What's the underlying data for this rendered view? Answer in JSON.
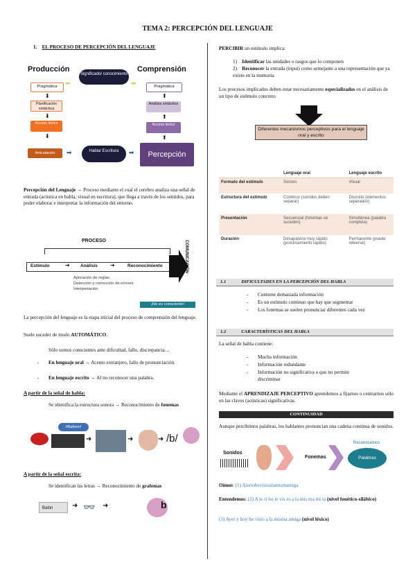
{
  "title": "TEMA 2: PERCEPCIÓN DEL LENGUAJE",
  "left": {
    "sec1_num": "1.",
    "sec1_title": "EL PROCESO DE PERCEPCIÓN DEL LENGUAJE",
    "diagram1": {
      "produccion": "Producción",
      "comprension": "Comprensión",
      "significado": "Significado/ conocimiento",
      "pragmatica_l": "Pragmática",
      "planificacion": "Planificación sintáctica",
      "acceso_lexico_l": "Acceso léxico",
      "articulacion": "Articulación",
      "habla": "Habla/ Escritura",
      "percepcion": "Percepción",
      "acceso_lexico_r": "Acceso léxico",
      "analisis_sint": "Análisis sintáctico",
      "pragmatica_r": "Pragmática"
    },
    "def_term": "Percepción del Lenguaje",
    "def_arrow": "→",
    "def_text": " Proceso mediante el cual el cerebro analiza una señal de entrada (acústica en habla, visual en escritura), que llega a través de los sentidos, para poder elaborar e interpretar la información del entorno.",
    "diagram2": {
      "proceso": "PROCESO",
      "estimulo": "Estímulo",
      "analisis": "Análisis",
      "reconocimiento": "Reconocimiento",
      "comunicacion": "COMUNICACIÓN",
      "sub1": "Aplicación de reglas",
      "sub2": "Detección y corrección de errores",
      "sub3": "Interpretación",
      "tag": "¡No es consciente!"
    },
    "p1": "La percepción del lenguaje es la etapa inicial del proceso de comprensión del lenguaje.",
    "p2_pre": "Suele suceder de modo ",
    "p2_bold": "AUTOMÁTICO",
    "p2_post": ".",
    "p3": "Sólo somos conscientes ante dificultad, fallo, discrepancia…",
    "b1_bold": "En lenguaje oral",
    "b1_text": " → Acento extranjero, fallo de pronunciación.",
    "b2_bold": "En lenguaje escrito",
    "b2_text": " → Al no reconocer una palabra.",
    "h_habla": "A partir de la señal de habla:",
    "habla_text": "Se identifica la estructura sonora → Reconocimiento de ",
    "habla_bold": "fonemas",
    "habla_bubble": "#Balloon!",
    "habla_phon": "/b/",
    "h_escrita": "A partir de la señal escrita:",
    "escrita_text": "Se identifican las letras → Reconocimiento de ",
    "escrita_bold": "grafemas",
    "escrita_word": "Balón",
    "escrita_letter": "b"
  },
  "right": {
    "percibir_bold": "PERCIBIR",
    "percibir_text": " un estímulo implica:",
    "l1_num": "1)",
    "l1_bold": "Identificar",
    "l1_text": " las unidades o rasgos que lo componen",
    "l2_num": "2)",
    "l2_bold": "Reconocer",
    "l2_text": " la entrada (input) como semejante a una representación que ya existe en la memoria",
    "proc_pre": "Los procesos implicados deben estar necesariamente ",
    "proc_bold": "especializados",
    "proc_post": " en el análisis de un tipo de estímulo concreto",
    "diff_box": "Diferentes mecanismos perceptivos para el lenguaje oral y escrito",
    "table": {
      "h_oral": "Lenguaje oral",
      "h_escrito": "Lenguaje escrito",
      "rows": [
        {
          "label": "Formato del estímulo",
          "oral": "Sonoro",
          "escrito": "Visual"
        },
        {
          "label": "Estructura del estímulo",
          "oral": "Continuo (sonidos deben separar)",
          "escrito": "Discreto (elementos separados)"
        },
        {
          "label": "Presentación",
          "oral": "Secuencial (fonemas se suceden)",
          "escrito": "Simultánea (palabra completa)"
        },
        {
          "label": "Duración",
          "oral": "Desaparece muy rápido (procesamiento rápido)",
          "escrito": "Permanente (puede releerse)"
        }
      ]
    },
    "s11_num": "1.1",
    "s11_title": "DIFICULTADES EN LA PERCEPCIÓN DEL HABLA",
    "s11_items": [
      "Contiene demasiada información",
      "Es un estímulo continuo que hay que segmentar",
      "Los fonemas se suelen pronunciar diferentes cada vez"
    ],
    "s12_num": "1.2",
    "s12_title": "CARACTERÍSTICAS DEL HABLA",
    "s12_intro": "La señal de habla contiene:",
    "s12_items": [
      "Mucha información",
      "Información redundante",
      "Información no significativa o que no permite discriminar"
    ],
    "aprend_pre": "Mediante el ",
    "aprend_bold": "APRENDIZAJE PERCEPTIVO",
    "aprend_post": " aprendemos a fijarnos o centrarnos sólo en las claves (acústicas) significativas.",
    "cont_bar": "CONTINUIDAD",
    "cont_text": "Aunque percibimos palabras, los hablantes pronuncian una cadena continua de sonidos.",
    "sonidos": "Sonidos",
    "fonemas": "Fonemas",
    "reconocemos": "Reconocemos",
    "palabras": "Palabras",
    "oimos_bold": "Oímos",
    "oimos_sep": ": ",
    "oimos_link": "(1) Aieriohevistoalamismamiga",
    "entend_bold": "Entendemos",
    "entend_sep": ": ",
    "entend_link": "(2) A ie ri ho ie vis to a la mis ma mi ta",
    "entend_note": " (nivel fonético-silábico)",
    "lex_link": "(3) Ayer y hoy he visto a la misma amiga",
    "lex_note": " (nivel léxico)"
  },
  "colors": {
    "purple": "#7e5a9b",
    "lilac": "#cfc1dc",
    "orange": "#f37021",
    "pink": "#e4c9ba",
    "teal": "#1d7d8e",
    "navy": "#1c1c3a",
    "blue_link": "#3b7dd8"
  }
}
